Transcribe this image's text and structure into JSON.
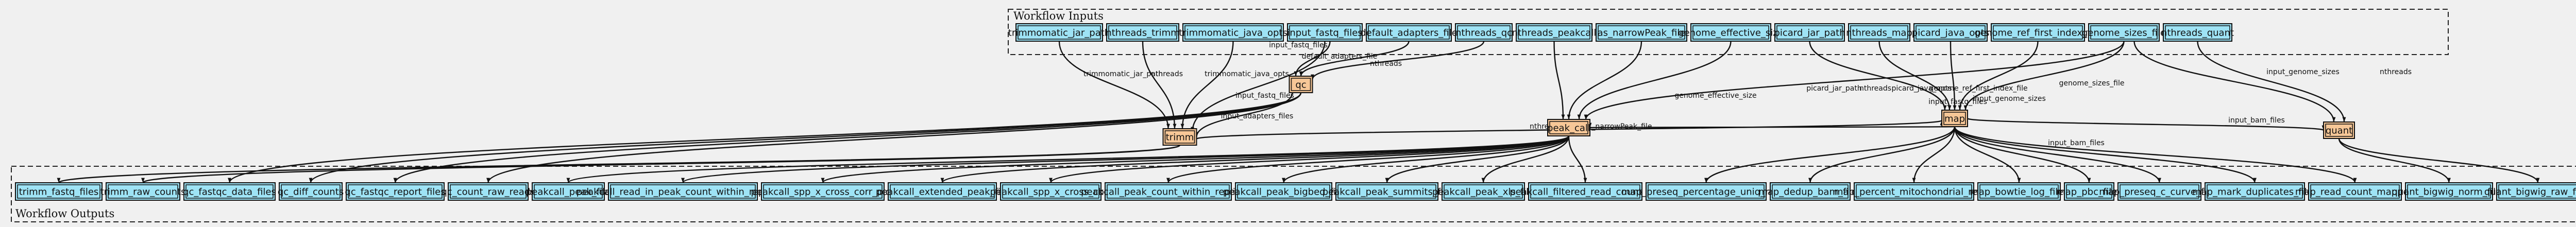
{
  "diagram": {
    "inputs_title": "Workflow Inputs",
    "outputs_title": "Workflow Outputs",
    "inputs": [
      "trimmomatic_jar_path",
      "nthreads_trimm",
      "trimmomatic_java_opts",
      "input_fastq_files",
      "default_adapters_file",
      "nthreads_qc",
      "nthreads_peakcall",
      "as_narrowPeak_file",
      "genome_effective_size",
      "picard_jar_path",
      "nthreads_map",
      "picard_java_opts",
      "genome_ref_first_index_file",
      "genome_sizes_file",
      "nthreads_quant"
    ],
    "steps": [
      "qc",
      "trimm",
      "map",
      "peak_call",
      "quant"
    ],
    "outputs": [
      "trimm_fastq_files",
      "trimm_raw_counts",
      "qc_fastqc_data_files",
      "qc_diff_counts",
      "qc_fastqc_report_files",
      "qc_count_raw_reads",
      "peakcall_peak_file",
      "peakcall_read_in_peak_count_within_replicate",
      "peakcall_spp_x_cross_corr_plot",
      "peakcall_extended_peak_file",
      "peakcall_spp_x_cross_corr",
      "peakcall_peak_count_within_replicate",
      "peakcall_peak_bigbed_file",
      "peakcall_peak_summits_file",
      "peakcall_peak_xls_file",
      "peakcall_filtered_read_count_file",
      "map_preseq_percentage_uniq_reads",
      "map_dedup_bam_files",
      "map_percent_mitochondrial_reads",
      "map_bowtie_log_files",
      "map_pbc_files",
      "map_preseq_c_curve_files",
      "map_mark_duplicates_files",
      "map_read_count_mapped",
      "quant_bigwig_norm_files",
      "quant_bigwig_raw_files"
    ],
    "edge_labels": {
      "trimmomatic_jar_path": "trimmomatic_jar_path",
      "nthreads_trimm": "nthreads",
      "trimmomatic_java_opts": "trimmomatic_java_opts",
      "input_fastq_files_qc": "input_fastq_files",
      "input_fastq_files_trimm": "input_fastq_files",
      "default_adapters_file": "default_adapters_file",
      "nthreads_qc": "nthreads",
      "input_adapters_files": "input_adapters_files",
      "nthreads_peakcall": "nthreads",
      "as_narrowPeak_file": "as_narrowPeak_file",
      "genome_effective_size": "genome_effective_size",
      "picard_jar_path": "picard_jar_path",
      "nthreads_map": "nthreads",
      "picard_java_opts": "picard_java_opts",
      "genome_ref_first_index_file": "genome_ref_first_index_file",
      "genome_sizes_file_map": "genome_sizes_file",
      "genome_sizes_file_peak": "input_genome_sizes",
      "genome_sizes_file_quant": "input_genome_sizes",
      "nthreads_quant": "nthreads",
      "input_fastq_files_map": "input_fastq_files",
      "input_bam_files_peak": "input_bam_files",
      "input_bam_files_quant": "input_bam_files"
    }
  }
}
